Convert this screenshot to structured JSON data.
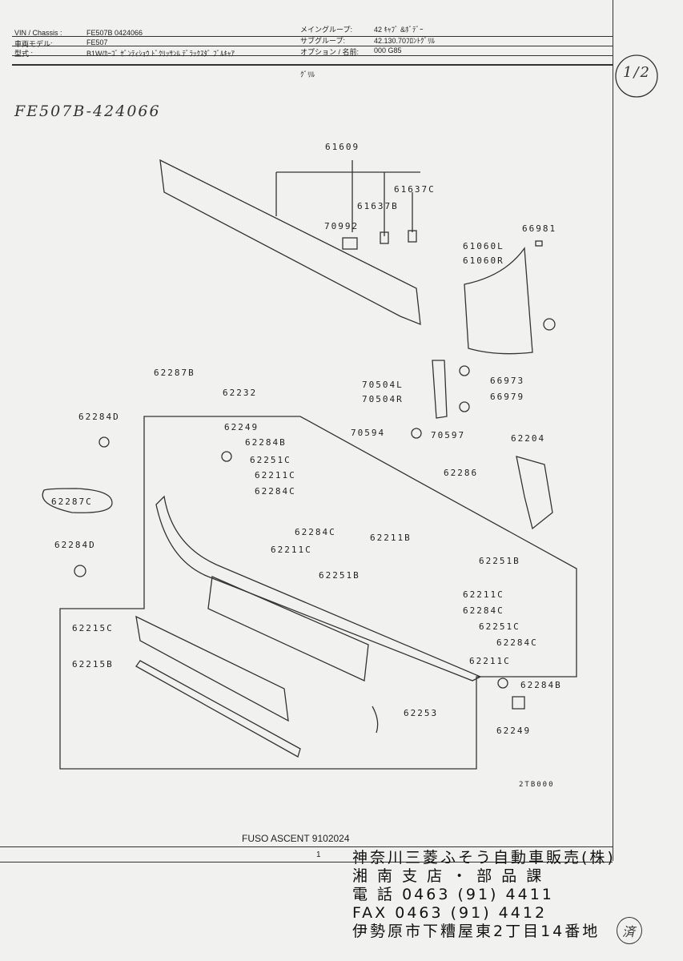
{
  "header": {
    "vin_label": "VIN / Chassis :",
    "vin_value": "FE507B 0424066",
    "model_label": "車両モデル:",
    "model_value": "FE507",
    "spec_label": "型式 :",
    "spec_value": "B1W/ｶｰｺﾞ ｾﾞﾝﾃｨｼｮｳ ﾄﾞｸﾘｯｻﾝﾙ ﾃﾞﾗｯｸｽﾀﾞ ﾌﾞﾙｷｬｱ",
    "main_group_label": "メイングループ:",
    "main_group_value": "42 ｷｬﾌﾞ &ﾎﾞﾃﾞｰ",
    "sub_group_label": "サブグループ:",
    "sub_group_value": "42.130.70ﾌﾛﾝﾄｸﾞﾘﾙ",
    "option_label": "オプション / 名前:",
    "option_value": "000 G85",
    "section_title": "ｸﾞﾘﾙ"
  },
  "handwritten": {
    "chassis_note": "FE507B-424066",
    "page_mark": "1/2",
    "stamp_mark": "済"
  },
  "parts": [
    "61609",
    "61637C",
    "61637B",
    "70992",
    "66981",
    "61060L",
    "61060R",
    "62287B",
    "62232",
    "70504L",
    "70504R",
    "66973",
    "66979",
    "62284D",
    "62249",
    "62284B",
    "62251C",
    "62211C",
    "62284C",
    "70594",
    "70597",
    "62204",
    "62286",
    "62287C",
    "62284D",
    "62284C",
    "62211B",
    "62211C",
    "62251B",
    "62251B",
    "62211C",
    "62284C",
    "62251C",
    "62284C",
    "62211C",
    "62215C",
    "62215B",
    "62284B",
    "62253",
    "62249"
  ],
  "diagram_code": "2TB000",
  "footer": {
    "catalog": "FUSO ASCENT 9102024",
    "page_number": "1"
  },
  "dealer_stamp": {
    "line1": "神奈川三菱ふそう自動車販売(株)",
    "line2": "湘 南 支 店 ・ 部 品 課",
    "line3": "電 話 0463 (91) 4411",
    "line4": "FAX 0463 (91) 4412",
    "line5": "伊勢原市下糟屋東2丁目14番地"
  }
}
